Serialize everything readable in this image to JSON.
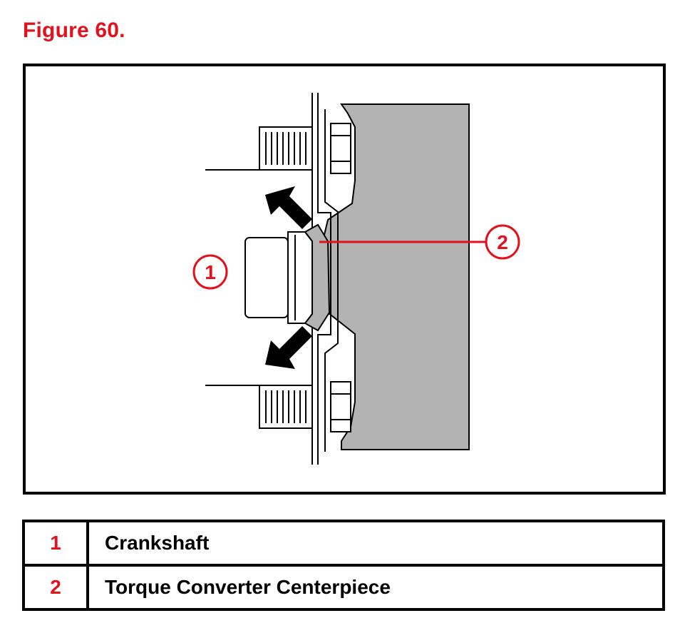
{
  "figure": {
    "title": "Figure 60."
  },
  "callouts": [
    {
      "id": "1",
      "label": "1"
    },
    {
      "id": "2",
      "label": "2"
    }
  ],
  "legend": [
    {
      "number": "1",
      "description": "Crankshaft"
    },
    {
      "number": "2",
      "description": "Torque Converter Centerpiece"
    }
  ],
  "colors": {
    "accent": "#e3111b",
    "line": "#000000",
    "fill_gray": "#b3b3b3",
    "background": "#ffffff"
  }
}
